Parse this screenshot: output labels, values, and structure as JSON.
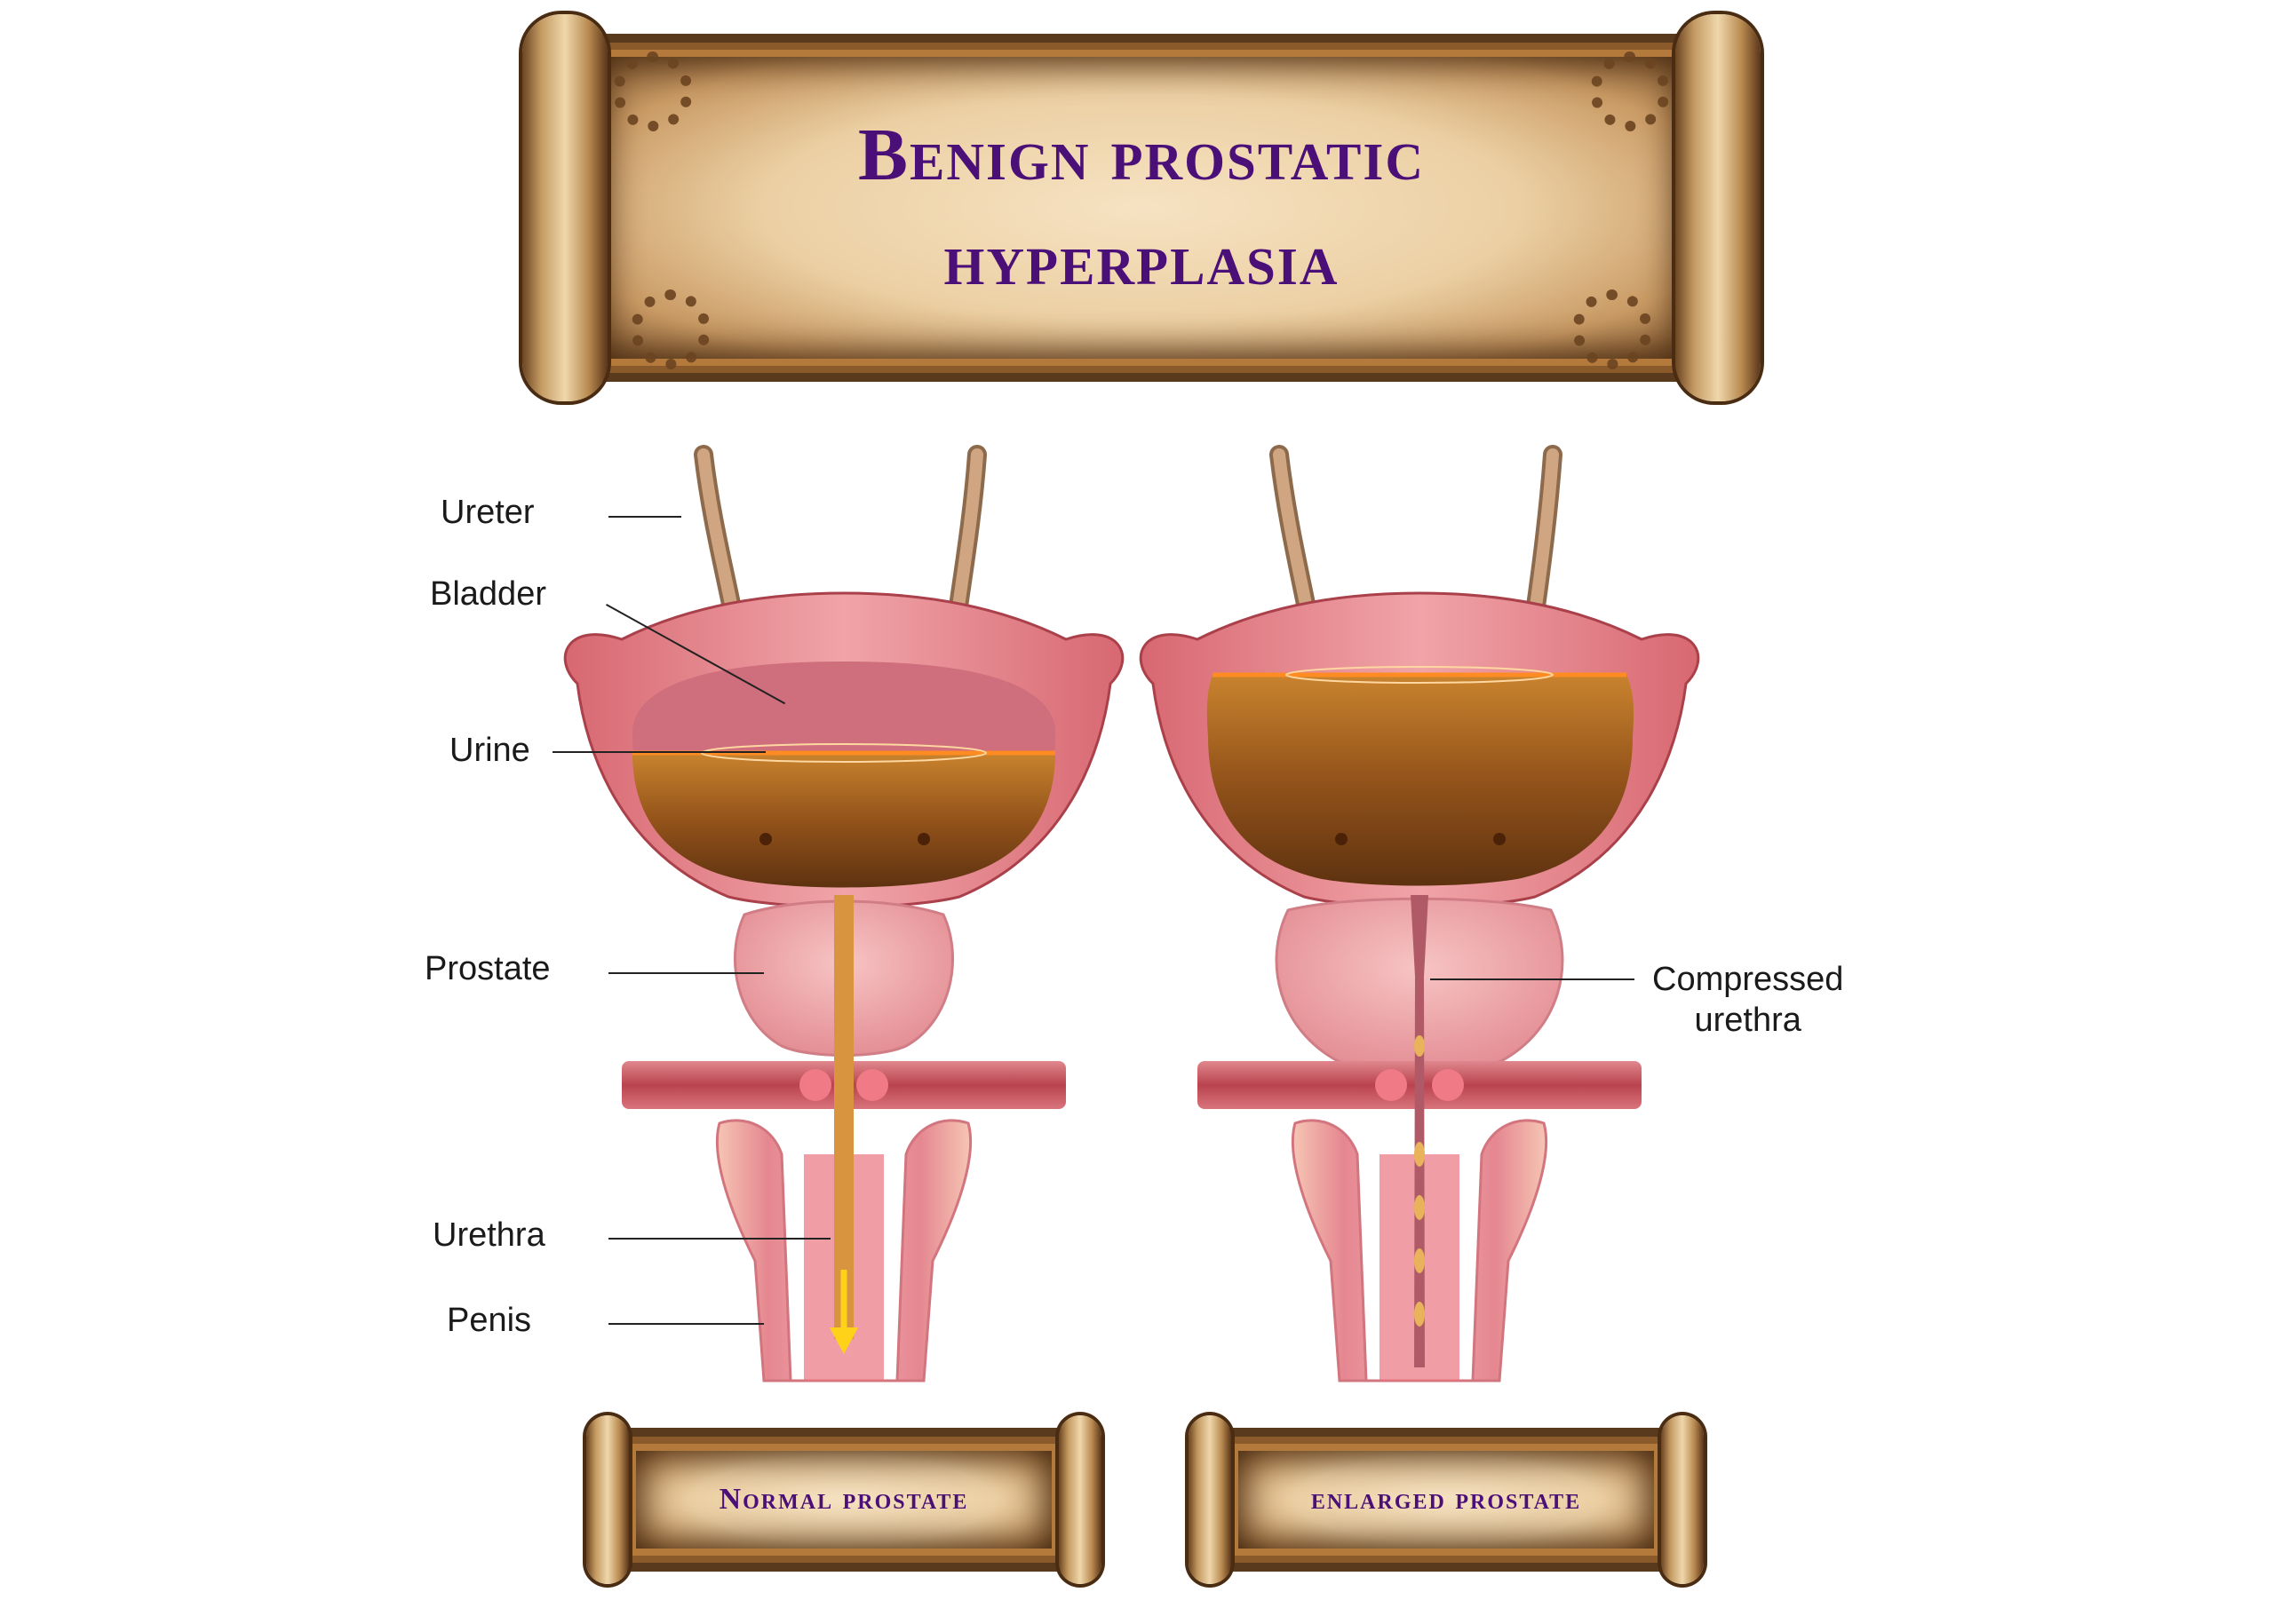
{
  "title": "Benign prostatic hyperplasia",
  "labels": {
    "ureter": "Ureter",
    "bladder": "Bladder",
    "urine": "Urine",
    "prostate": "Prostate",
    "urethra": "Urethra",
    "penis": "Penis",
    "compressed_urethra_line1": "Compressed",
    "compressed_urethra_line2": "urethra"
  },
  "captions": {
    "left": "Normal prostate",
    "right": "enlarged prostate"
  },
  "colors": {
    "title_text": "#4b0f78",
    "tissue_pink": "#e98f96",
    "tissue_dark": "#c8545e",
    "urine": "#9a5a17",
    "ureter_tan": "#c9a07a",
    "arrow": "#ffd21a"
  }
}
